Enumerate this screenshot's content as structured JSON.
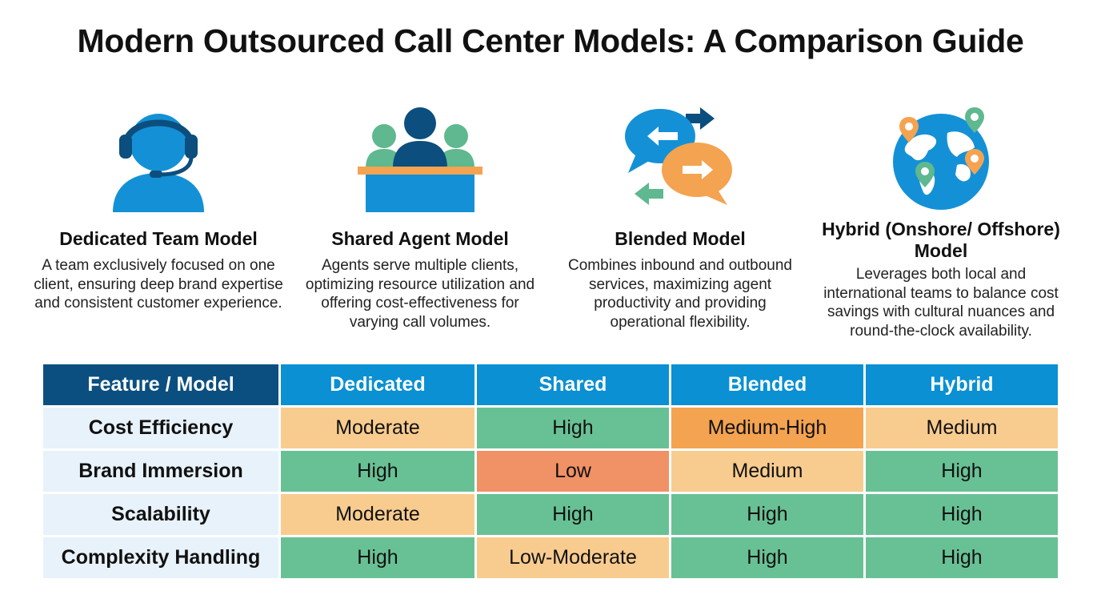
{
  "title": "Modern Outsourced Call Center Models: A Comparison Guide",
  "models": [
    {
      "icon": "headset-agent-icon",
      "name": "Dedicated Team Model",
      "description": "A team exclusively focused on one client, ensuring deep brand expertise and consistent customer experience."
    },
    {
      "icon": "shared-agents-icon",
      "name": "Shared Agent Model",
      "description": "Agents serve multiple clients, optimizing resource utilization and offering cost-effectiveness for varying call volumes."
    },
    {
      "icon": "blended-chat-arrows-icon",
      "name": "Blended Model",
      "description": "Combines inbound and outbound services, maximizing agent productivity and providing operational flexibility."
    },
    {
      "icon": "globe-pins-icon",
      "name": "Hybrid (Onshore/ Offshore) Model",
      "description": "Leverages both local and international teams to balance cost savings with cultural nuances and round-the-clock availability."
    }
  ],
  "table": {
    "headers": [
      "Feature / Model",
      "Dedicated",
      "Shared",
      "Blended",
      "Hybrid"
    ],
    "rows": [
      {
        "feature": "Cost Efficiency",
        "values": [
          "Moderate",
          "High",
          "Medium-High",
          "Medium"
        ]
      },
      {
        "feature": "Brand Immersion",
        "values": [
          "High",
          "Low",
          "Medium",
          "High"
        ]
      },
      {
        "feature": "Scalability",
        "values": [
          "Moderate",
          "High",
          "High",
          "High"
        ]
      },
      {
        "feature": "Complexity Handling",
        "values": [
          "High",
          "Low-Moderate",
          "High",
          "High"
        ]
      }
    ]
  },
  "colors": {
    "header_dark_blue": "#0b4f80",
    "header_blue": "#0a90d3",
    "high_green": "#68c195",
    "moderate_peach": "#f8cc8f",
    "medium_high_orange": "#f4a350",
    "low_red_orange": "#f09166",
    "feature_cell_light_blue": "#e8f2fb"
  }
}
